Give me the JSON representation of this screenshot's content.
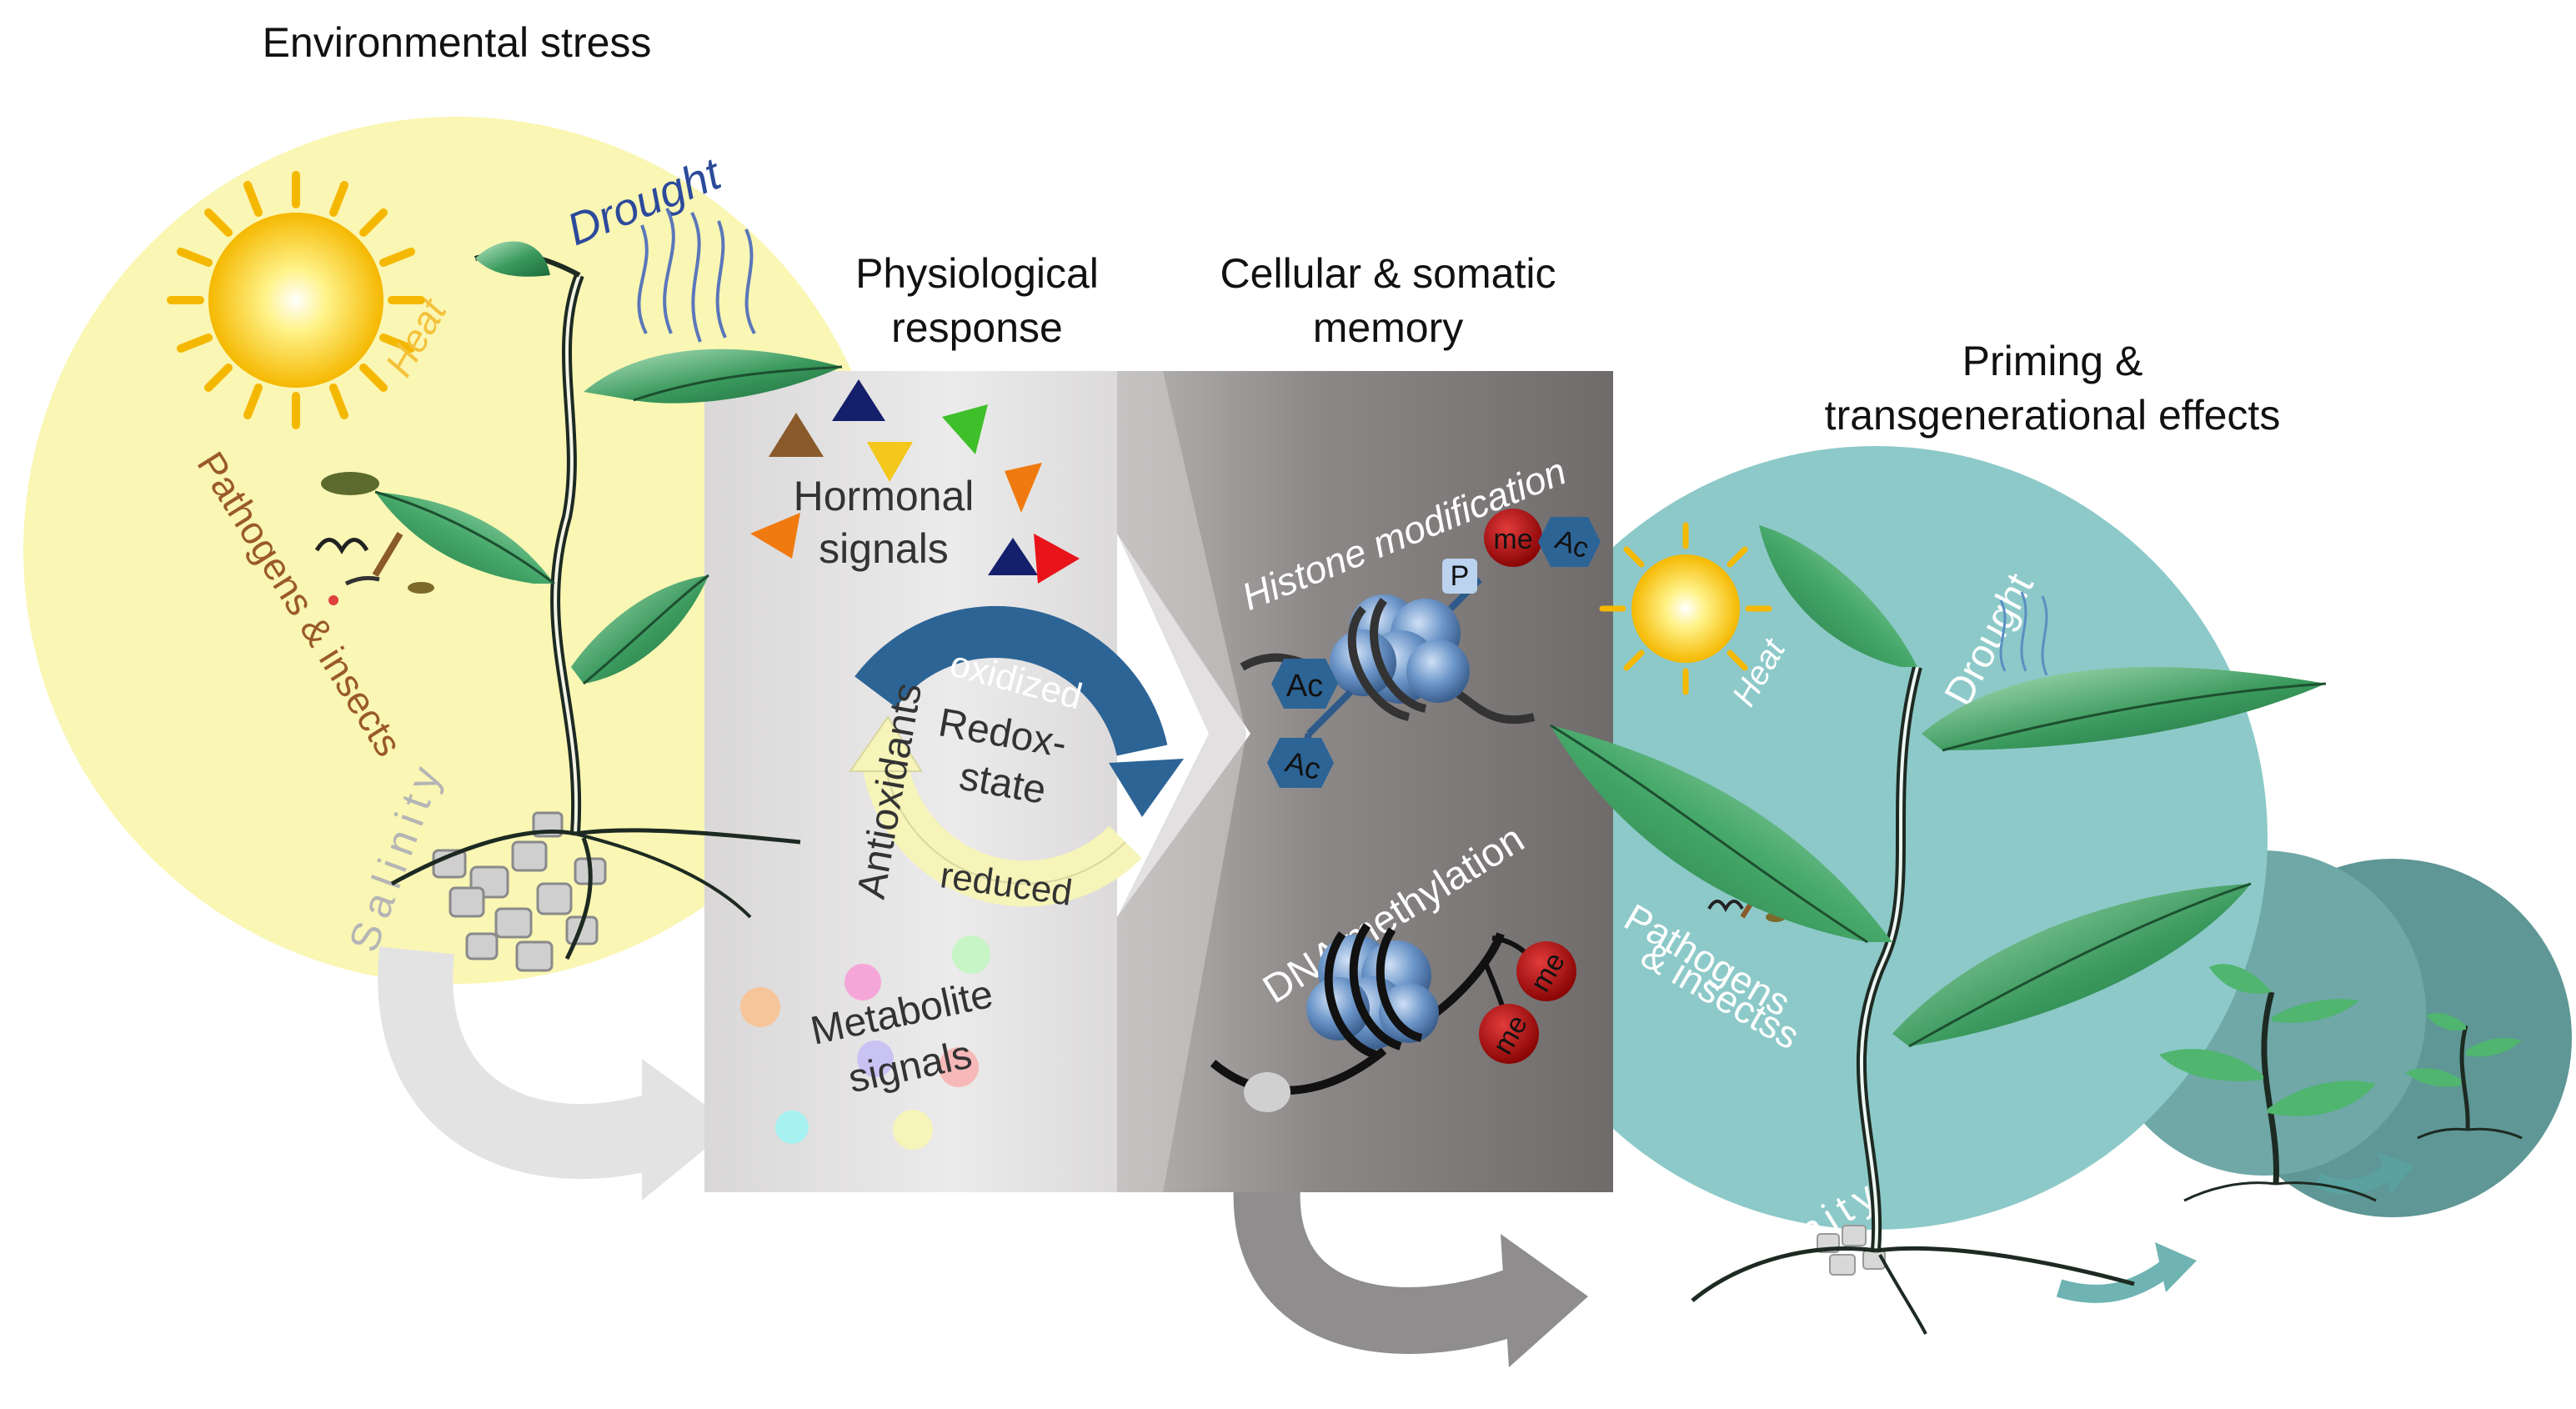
{
  "sections": {
    "environmental_stress": "Environmental stress",
    "physiological_response_l1": "Physiological",
    "physiological_response_l2": "response",
    "cellular_memory_l1": "Cellular & somatic",
    "cellular_memory_l2": "memory",
    "priming_l1": "Priming &",
    "priming_l2": "transgenerational effects"
  },
  "stressors_left": {
    "drought": "Drought",
    "heat": "Heat",
    "pathogens": "Pathogens & insects",
    "salinity": "Salinity"
  },
  "stressors_right": {
    "heat": "Heat",
    "drought": "Drought",
    "pathogens_l1": "Pathogens",
    "pathogens_l2": "& insectss",
    "salinity": "Salinity"
  },
  "physiology": {
    "hormonal_l1": "Hormonal",
    "hormonal_l2": "signals",
    "antioxidants": "Antioxidants",
    "oxidized": "oxidized",
    "reduced": "reduced",
    "redox_l1": "Redox-",
    "redox_l2": "state",
    "metabolite_l1": "Metabolite",
    "metabolite_l2": "signals"
  },
  "memory": {
    "histone_modification": "Histone modification",
    "dna_methylation": "DNA methylation",
    "mark_ac": "Ac",
    "mark_me": "me",
    "mark_p": "P"
  },
  "colors": {
    "stress_circle": "#faf6b4",
    "priming_circle": "#8dc9c9",
    "offspring_1": "#6fa8a6",
    "offspring_2": "#5e9795",
    "physio_panel": "#e2e0e0",
    "memory_panel": "#7a7676",
    "oxidized_arrow": "#2d6496",
    "reduced_arrow": "#f6f4b8",
    "histone": "#6b95c8",
    "methyl": "#b30b0b",
    "leaf": "#3b9a5e",
    "stem": "#1d2a22"
  }
}
